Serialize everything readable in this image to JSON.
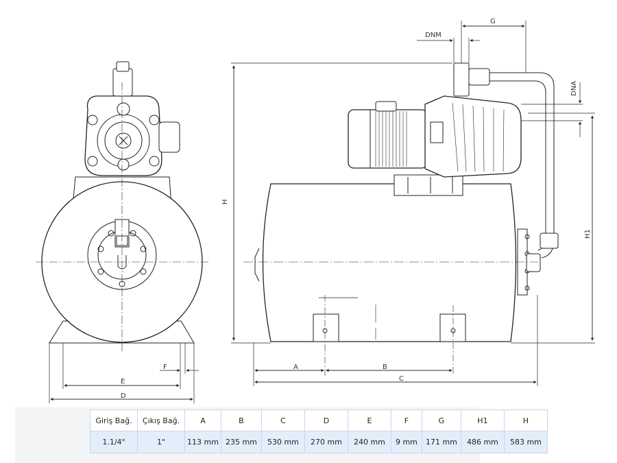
{
  "dimension_labels": {
    "A": "A",
    "B": "B",
    "C": "C",
    "D": "D",
    "E": "E",
    "F": "F",
    "G": "G",
    "H": "H",
    "H1": "H1",
    "DNM": "DNM",
    "DNA": "DNA"
  },
  "spec_table": {
    "headers": [
      "Giriş Bağ.",
      "Çıkış Bağ.",
      "A",
      "B",
      "C",
      "D",
      "E",
      "F",
      "G",
      "H1",
      "H"
    ],
    "values": [
      "1.1/4\"",
      "1\"",
      "113 mm",
      "235 mm",
      "530 mm",
      "270 mm",
      "240 mm",
      "9 mm",
      "171 mm",
      "486 mm",
      "583 mm"
    ]
  }
}
